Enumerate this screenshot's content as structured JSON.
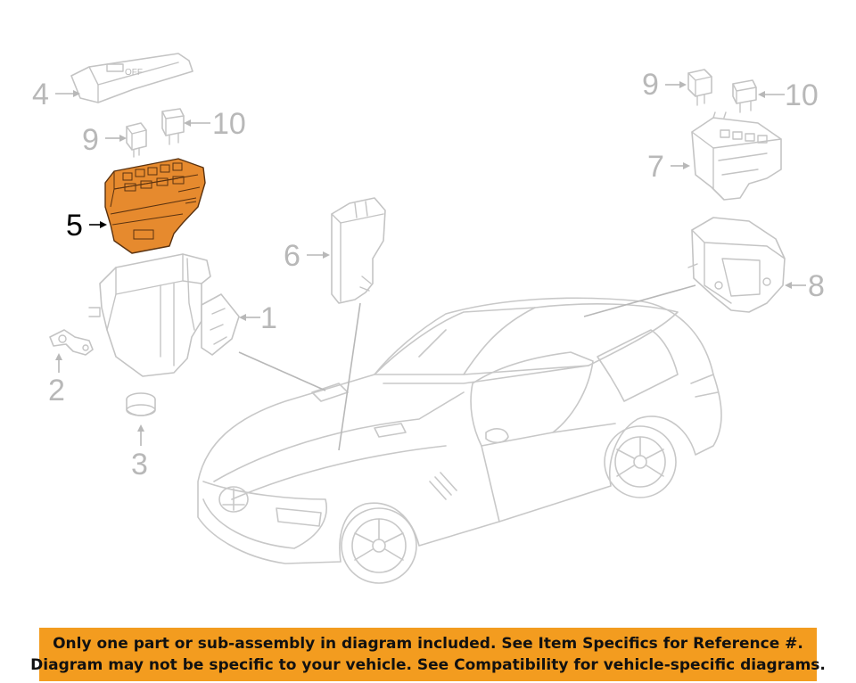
{
  "callouts": {
    "c1": "1",
    "c2": "2",
    "c3": "3",
    "c4": "4",
    "c5": "5",
    "c6": "6",
    "c7": "7",
    "c8": "8",
    "c9_left": "9",
    "c9_right": "9",
    "c10_left": "10",
    "c10_right": "10"
  },
  "highlighted_part": "5",
  "colors": {
    "highlight": "#e68a2e",
    "banner": "#f39c1f",
    "line_art": "#c4c4c4"
  },
  "banner": {
    "line1": "Only one part or sub-assembly in diagram included. See Item Specifics for Reference #.",
    "line2": "Diagram may not be specific to your vehicle. See Compatibility for vehicle-specific diagrams."
  }
}
